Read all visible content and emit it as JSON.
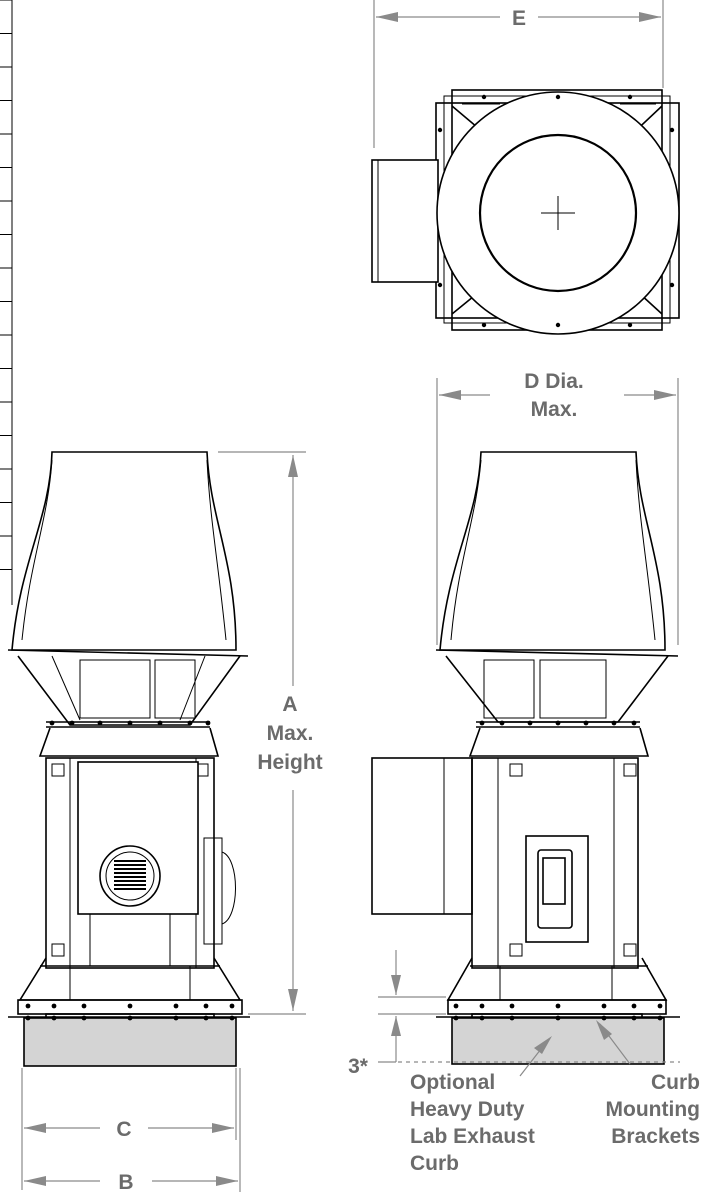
{
  "labels": {
    "e": "E",
    "d_line1": "D Dia.",
    "d_line2": "Max.",
    "a_line1": "A",
    "a_line2": "Max.",
    "a_line3": "Height",
    "c": "C",
    "b": "B",
    "three": "3*",
    "curb_line1": "Optional",
    "curb_line2": "Heavy Duty",
    "curb_line3": "Lab Exhaust",
    "curb_line4": "Curb",
    "brackets_line1": "Curb",
    "brackets_line2": "Mounting",
    "brackets_line3": "Brackets"
  },
  "colors": {
    "line": "#000000",
    "dimension": "#8a8a8a",
    "label": "#6b6b6b",
    "curb_fill": "#d4d4d4"
  }
}
